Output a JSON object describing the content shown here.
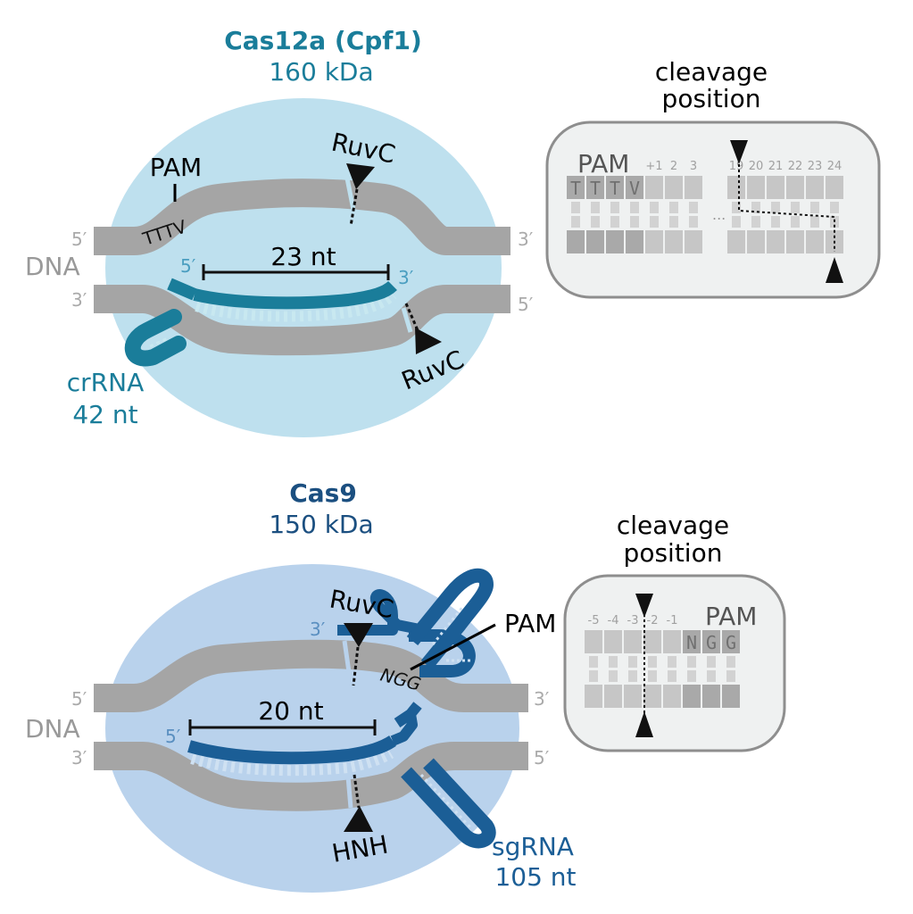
{
  "colors": {
    "cas12a": "#1a7d9a",
    "cas12a_bg": "#bee0ee",
    "cas9": "#1b5e96",
    "cas9_bg": "#b9d2ec",
    "dna": "#a5a5a5",
    "cut_box": "#eff1f1"
  },
  "cas12a": {
    "name": "Cas12a (Cpf1)",
    "size": "160 kDa",
    "pam_label": "PAM",
    "pam_seq": "TTTV",
    "ruvc_top": "RuvC",
    "ruvc_bottom": "RuvC",
    "dna_label": "DNA",
    "end_top_left": "5′",
    "end_top_right": "3′",
    "end_bottom_left": "3′",
    "end_bottom_right": "5′",
    "rna_5": "5′",
    "rna_3": "3′",
    "spacer_length": "23 nt",
    "rna_name": "crRNA",
    "rna_size": "42 nt",
    "cleavage": {
      "title_line1": "cleavage",
      "title_line2": "position",
      "pam_label": "PAM",
      "pam_bases": [
        "T",
        "T",
        "T",
        "V"
      ],
      "positions_left": [
        "+1",
        "2",
        "3"
      ],
      "positions_right": [
        "19",
        "20",
        "21",
        "22",
        "23",
        "24"
      ],
      "ellipsis": "..."
    }
  },
  "cas9": {
    "name": "Cas9",
    "size": "150 kDa",
    "pam_label": "PAM",
    "pam_seq": "NGG",
    "ruvc": "RuvC",
    "hnh": "HNH",
    "dna_label": "DNA",
    "end_top_left": "5′",
    "end_top_right": "3′",
    "end_bottom_left": "3′",
    "end_bottom_right": "5′",
    "rna_5": "5′",
    "rna_3": "3′",
    "spacer_length": "20 nt",
    "rna_name": "sgRNA",
    "rna_size": "105 nt",
    "cleavage": {
      "title_line1": "cleavage",
      "title_line2": "position",
      "pam_label": "PAM",
      "positions": [
        "-5",
        "-4",
        "-3",
        "-2",
        "-1"
      ],
      "pam_bases": [
        "N",
        "G",
        "G"
      ]
    }
  }
}
